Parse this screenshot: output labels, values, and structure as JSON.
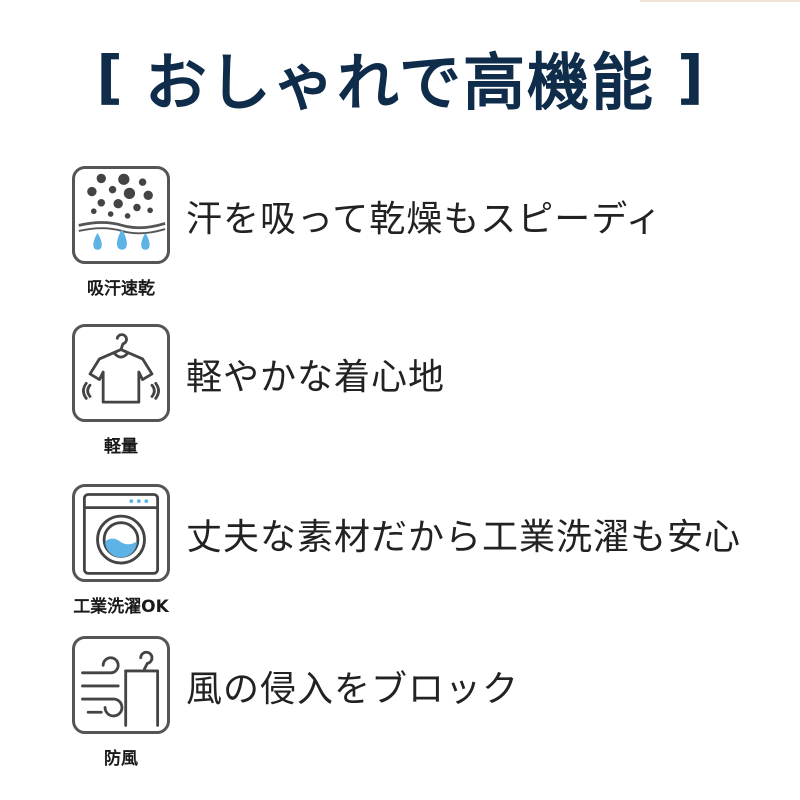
{
  "title": {
    "open_bracket": "[",
    "text": "おしゃれで高機能",
    "close_bracket": "]"
  },
  "features": [
    {
      "icon": "sweat-quick-dry-icon",
      "label": "吸汗速乾",
      "text": "汗を吸って乾燥もスピーディ"
    },
    {
      "icon": "lightweight-shirt-icon",
      "label": "軽量",
      "text": "軽やかな着心地"
    },
    {
      "icon": "washing-machine-icon",
      "label": "工業洗濯OK",
      "text": "丈夫な素材だから工業洗濯も安心"
    },
    {
      "icon": "windproof-icon",
      "label": "防風",
      "text": "風の侵入をブロック"
    }
  ],
  "colors": {
    "title": "#0f2d4a",
    "icon_border": "#555555",
    "water_drop": "#5db3e6",
    "particles": "#444444"
  }
}
